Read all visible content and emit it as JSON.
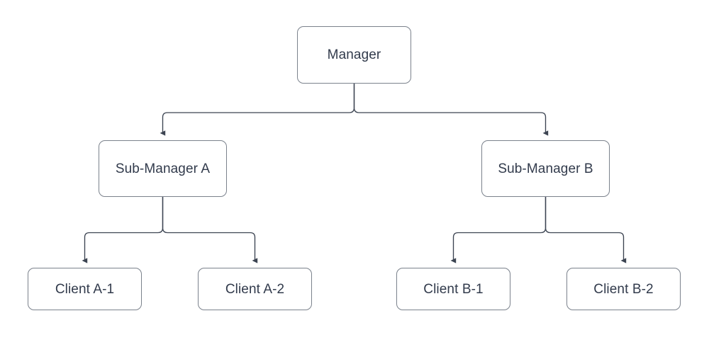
{
  "diagram": {
    "type": "org-chart",
    "title": "",
    "background_color": "#ffffff",
    "node_fill": "#ffffff",
    "node_border_color": "#7b828c",
    "edge_color": "#3c4452",
    "text_color": "#323b4c",
    "nodes": [
      {
        "id": "manager",
        "label": "Manager",
        "level": 0
      },
      {
        "id": "subA",
        "label": "Sub-Manager A",
        "level": 1
      },
      {
        "id": "subB",
        "label": "Sub-Manager B",
        "level": 1
      },
      {
        "id": "clientA1",
        "label": "Client A-1",
        "level": 2
      },
      {
        "id": "clientA2",
        "label": "Client A-2",
        "level": 2
      },
      {
        "id": "clientB1",
        "label": "Client B-1",
        "level": 2
      },
      {
        "id": "clientB2",
        "label": "Client B-2",
        "level": 2
      }
    ],
    "edges": [
      {
        "from": "manager",
        "to": "subA",
        "arrow": "to"
      },
      {
        "from": "manager",
        "to": "subB",
        "arrow": "to"
      },
      {
        "from": "subA",
        "to": "clientA1",
        "arrow": "to"
      },
      {
        "from": "subA",
        "to": "clientA2",
        "arrow": "to"
      },
      {
        "from": "subB",
        "to": "clientB1",
        "arrow": "to"
      },
      {
        "from": "subB",
        "to": "clientB2",
        "arrow": "to"
      }
    ]
  }
}
